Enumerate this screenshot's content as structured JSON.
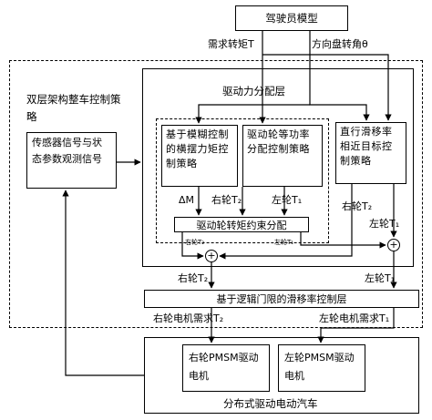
{
  "driver_model": "驾驶员模型",
  "demand_torque": "需求转矩T",
  "steering_angle": "方向盘转角θ",
  "strategy_label": "双层架构整车控制策略",
  "sensor_block": "传感器信号与状态参数观测信号",
  "allocation_layer": "驱动力分配层",
  "fuzzy_block": "基于模糊控制的横摆力矩控制策略",
  "equal_power_block": "驱动轮等功率分配控制策略",
  "slip_block": "直行滑移率相近目标控制策略",
  "delta_m": "ΔM",
  "right_t2": "右轮T₂",
  "left_t1": "左轮T₁",
  "constraint_block": "驱动轮转矩约束分配",
  "small_right": "右轮T₂",
  "small_left": "左轮T₁",
  "slip_right_t2": "右轮T₂",
  "slip_left_t1": "左轮T₁",
  "mid_right_t2": "右轮T₂",
  "mid_left_t1": "左轮T₁",
  "logic_layer": "基于逻辑门限的滑移率控制层",
  "right_motor_demand": "右轮电机需求T₂",
  "left_motor_demand": "左轮电机需求T₁",
  "vehicle_label": "分布式驱动电动汽车",
  "right_pmsm": "右轮PMSM驱动电机",
  "left_pmsm": "左轮PMSM驱动电机",
  "sum_plus": "+"
}
